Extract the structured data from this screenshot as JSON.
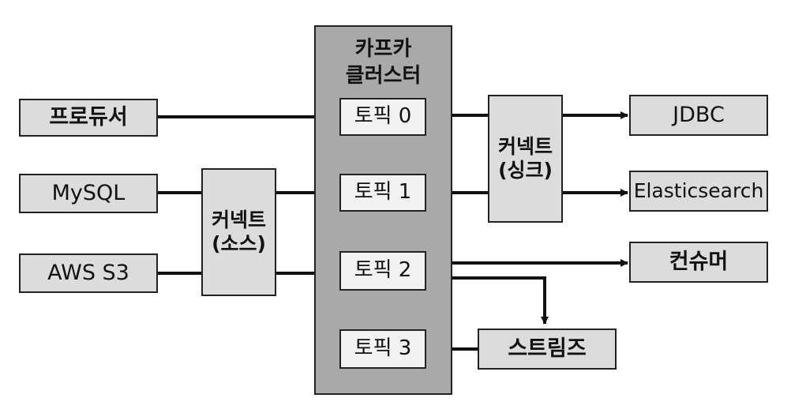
{
  "sources": {
    "producer": "프로듀서",
    "mysql": "MySQL",
    "aws_s3": "AWS S3"
  },
  "source_connector": {
    "line1": "커넥트",
    "line2": "(소스)"
  },
  "cluster": {
    "line1": "카프카",
    "line2": "클러스터"
  },
  "topics": [
    "토픽 0",
    "토픽 1",
    "토픽 2",
    "토픽 3"
  ],
  "sink_connector": {
    "line1": "커넥트",
    "line2": "(싱크)"
  },
  "sinks": {
    "jdbc": "JDBC",
    "elasticsearch": "Elasticsearch",
    "consumer": "컨슈머",
    "streams": "스트림즈"
  },
  "colors": {
    "box_fill": "#dcdcdc",
    "cluster_fill": "#a9a9a9",
    "topic_fill": "#f2f2f2",
    "stroke": "#111111"
  }
}
